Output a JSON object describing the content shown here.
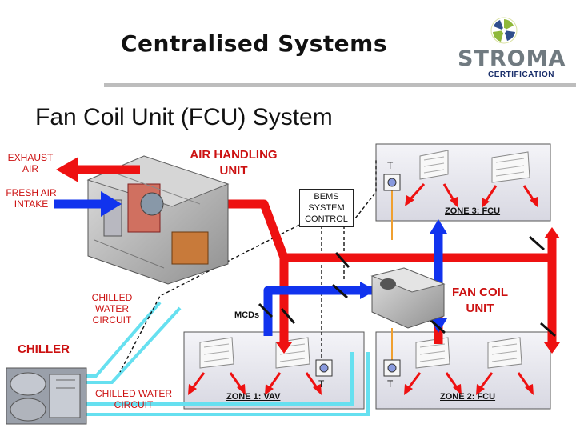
{
  "header": {
    "title": "Centralised Systems"
  },
  "logo": {
    "name": "STROMA",
    "sub": "CERTIFICATION"
  },
  "subtitle": "Fan Coil Unit (FCU) System",
  "labels": {
    "exhaust_air": "EXHAUST AIR",
    "fresh_air_intake": "FRESH AIR INTAKE",
    "air_handling_unit": "AIR HANDLING UNIT",
    "bems": "BEMS SYSTEM CONTROL",
    "chilled_water_circuit_1": "CHILLED WATER CIRCUIT",
    "chilled_water_circuit_2": "CHILLED WATER CIRCUIT",
    "chiller": "CHILLER",
    "mcds": "MCDs",
    "fan_coil_unit": "FAN COIL UNIT",
    "zone1": "ZONE 1: VAV",
    "zone2": "ZONE 2: FCU",
    "zone3": "ZONE 3: FCU",
    "t_zone3": "T",
    "t_zone1": "T",
    "t_zone2": "T"
  },
  "colors": {
    "supply": "#ee1111",
    "return": "#1133ee",
    "chilled": "#66e0f0",
    "wiring": "#f0a030"
  }
}
